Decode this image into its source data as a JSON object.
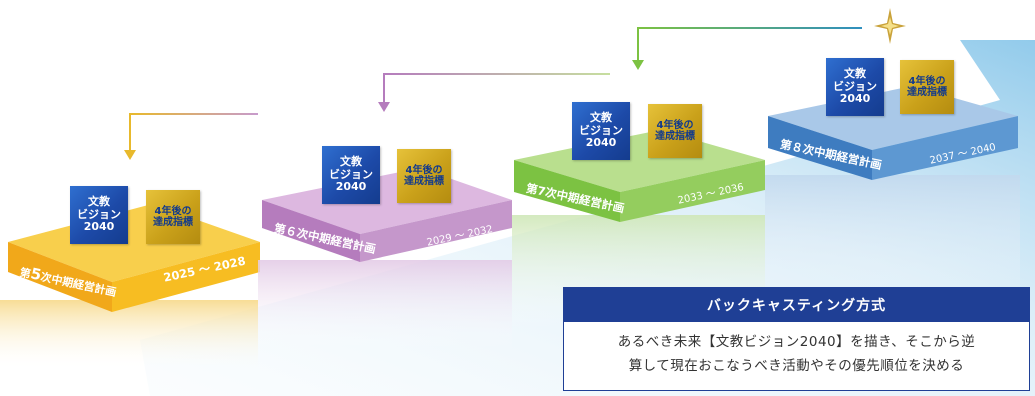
{
  "steps": [
    {
      "name_prefix": "第",
      "name_num": "5",
      "name_rest": "次中期経営計画",
      "period": "2025 ～ 2028",
      "vision_line1": "文教",
      "vision_line2": "ビジョン",
      "vision_line3": "2040",
      "goal_line1": "4年後の",
      "goal_line2": "達成指標",
      "color": "#f4b400"
    },
    {
      "name": "第６次中期経営計画",
      "period": "2029 ～ 2032",
      "vision_line1": "文教",
      "vision_line2": "ビジョン",
      "vision_line3": "2040",
      "goal_line1": "4年後の",
      "goal_line2": "達成指標",
      "color": "#b57cbd"
    },
    {
      "name": "第7次中期経営計画",
      "period": "2033 ～ 2036",
      "vision_line1": "文教",
      "vision_line2": "ビジョン",
      "vision_line3": "2040",
      "goal_line1": "4年後の",
      "goal_line2": "達成指標",
      "color": "#7cc242"
    },
    {
      "name": "第８次中期経営計画",
      "period": "2037 ～ 2040",
      "vision_line1": "文教",
      "vision_line2": "ビジョン",
      "vision_line3": "2040",
      "goal_line1": "4年後の",
      "goal_line2": "達成指標",
      "color": "#4a86c5"
    }
  ],
  "arrow_colors": [
    "#e8b92c",
    "#b57cbd",
    "#7cc242",
    "#2f8fbf"
  ],
  "star_icon": "sparkle-star-icon",
  "explanation": {
    "title": "バックキャスティング方式",
    "line1": "あるべき未来【文教ビジョン2040】を描き、そこから逆",
    "line2": "算して現在おこなうべき活動やその優先順位を決める"
  }
}
